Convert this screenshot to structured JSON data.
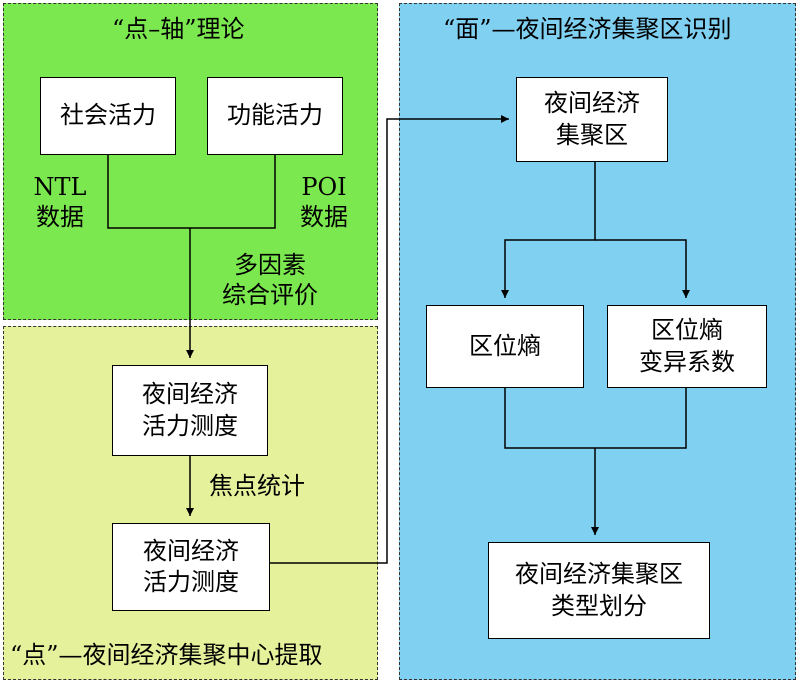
{
  "regions": {
    "theory": {
      "title": "“点–轴”理论"
    },
    "point": {
      "title": "“点”—夜间经济集聚中心提取"
    },
    "plane": {
      "title": "“面”—夜间经济集聚区识别"
    }
  },
  "nodes": {
    "social_vitality": "社会活力",
    "functional_vitality": "功能活力",
    "vitality_measure_1": "夜间经济\n活力测度",
    "vitality_measure_2": "夜间经济\n活力测度",
    "cluster_area": "夜间经济\n集聚区",
    "location_entropy": "区位熵",
    "location_entropy_cv": "区位熵\n变异系数",
    "cluster_type": "夜间经济集聚区\n类型划分"
  },
  "labels": {
    "ntl_data": "NTL\n数据",
    "poi_data": "POI\n数据",
    "multi_factor": "多因素\n综合评价",
    "focal_stats": "焦点统计"
  },
  "colors": {
    "theory_bg": "#7ce84f",
    "point_bg": "#e5f29b",
    "plane_bg": "#80d0f1"
  }
}
